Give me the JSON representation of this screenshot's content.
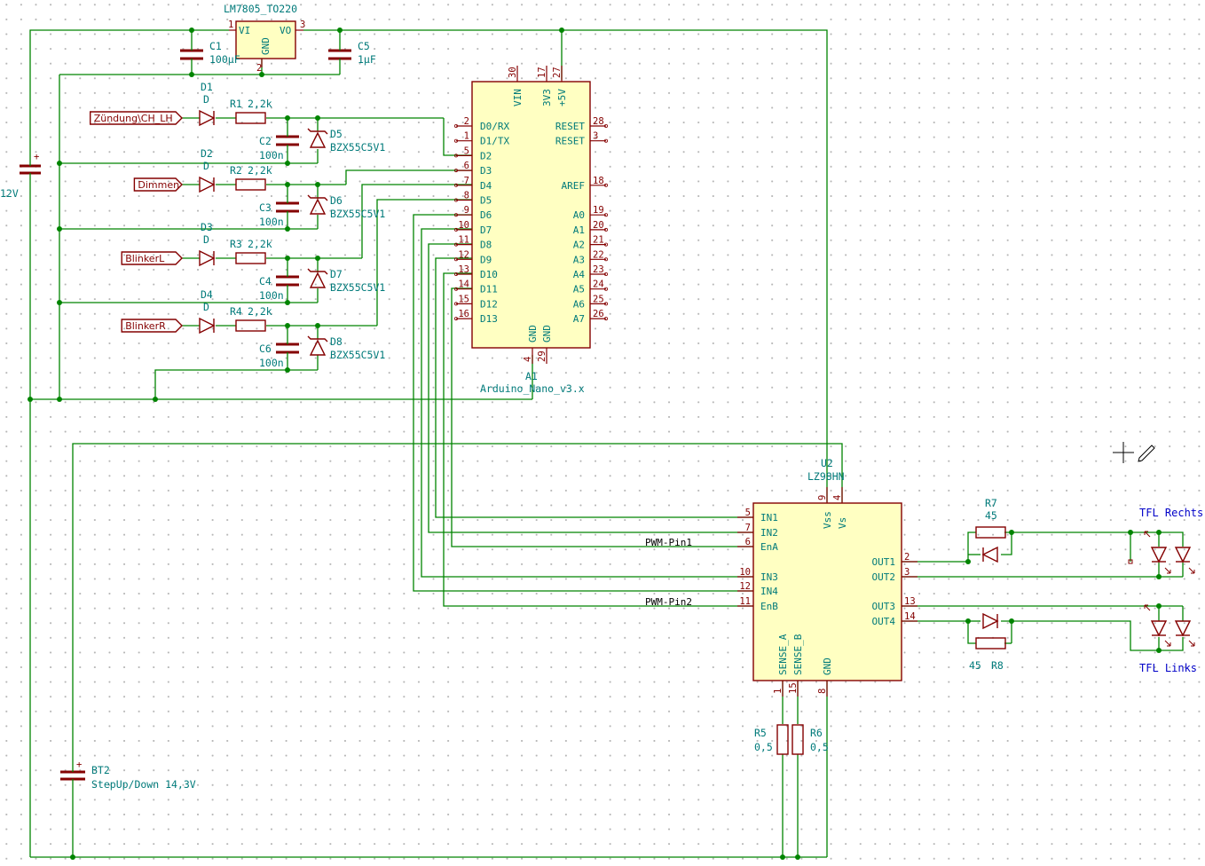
{
  "regulator": {
    "ref": "LM7805_TO220",
    "pin_vi": "VI",
    "pin_vo": "VO",
    "pin_gnd": "GND",
    "p1": "1",
    "p2": "2",
    "p3": "3"
  },
  "caps": {
    "c1": {
      "ref": "C1",
      "val": "100µF"
    },
    "c5": {
      "ref": "C5",
      "val": "1µF"
    },
    "c2": {
      "ref": "C2",
      "val": "100n"
    },
    "c3": {
      "ref": "C3",
      "val": "100n"
    },
    "c4": {
      "ref": "C4",
      "val": "100n"
    },
    "c6": {
      "ref": "C6",
      "val": "100n"
    }
  },
  "battery12": {
    "plus": "+",
    "val": "12V"
  },
  "bt2": {
    "ref": "BT2",
    "val": "StepUp/Down 14,3V",
    "plus": "+"
  },
  "inputs": [
    {
      "label": "Zündung\\CH_LH",
      "dref": "D1",
      "dval": "D",
      "rref": "R1",
      "rval": "2,2k",
      "zref": "D5",
      "zval": "BZX55C5V1"
    },
    {
      "label": "Dimmen",
      "dref": "D2",
      "dval": "D",
      "rref": "R2",
      "rval": "2,2k",
      "zref": "D6",
      "zval": "BZX55C5V1"
    },
    {
      "label": "BlinkerL",
      "dref": "D3",
      "dval": "D",
      "rref": "R3",
      "rval": "2,2k",
      "zref": "D7",
      "zval": "BZX55C5V1"
    },
    {
      "label": "BlinkerR",
      "dref": "D4",
      "dval": "D",
      "rref": "R4",
      "rval": "2,2k",
      "zref": "D8",
      "zval": "BZX55C5V1"
    }
  ],
  "nano": {
    "ref": "A1",
    "val": "Arduino_Nano_v3.x",
    "top": [
      {
        "name": "VIN",
        "num": "30"
      },
      {
        "name": "3V3",
        "num": "17"
      },
      {
        "name": "+5V",
        "num": "27"
      }
    ],
    "bottom": [
      {
        "name": "GND",
        "num": "4"
      },
      {
        "name": "GND",
        "num": "29"
      }
    ],
    "left": [
      {
        "name": "D0/RX",
        "num": "2"
      },
      {
        "name": "D1/TX",
        "num": "1"
      },
      {
        "name": "D2",
        "num": "5"
      },
      {
        "name": "D3",
        "num": "6"
      },
      {
        "name": "D4",
        "num": "7"
      },
      {
        "name": "D5",
        "num": "8"
      },
      {
        "name": "D6",
        "num": "9"
      },
      {
        "name": "D7",
        "num": "10"
      },
      {
        "name": "D8",
        "num": "11"
      },
      {
        "name": "D9",
        "num": "12"
      },
      {
        "name": "D10",
        "num": "13"
      },
      {
        "name": "D11",
        "num": "14"
      },
      {
        "name": "D12",
        "num": "15"
      },
      {
        "name": "D13",
        "num": "16"
      }
    ],
    "right": [
      {
        "name": "RESET",
        "num": "28",
        "row": 0
      },
      {
        "name": "RESET",
        "num": "3",
        "row": 1
      },
      {
        "name": "AREF",
        "num": "18",
        "row": 4
      },
      {
        "name": "A0",
        "num": "19",
        "row": 6
      },
      {
        "name": "A1",
        "num": "20",
        "row": 7
      },
      {
        "name": "A2",
        "num": "21",
        "row": 8
      },
      {
        "name": "A3",
        "num": "22",
        "row": 9
      },
      {
        "name": "A4",
        "num": "23",
        "row": 10
      },
      {
        "name": "A5",
        "num": "24",
        "row": 11
      },
      {
        "name": "A6",
        "num": "25",
        "row": 12
      },
      {
        "name": "A7",
        "num": "26",
        "row": 13
      }
    ]
  },
  "driver": {
    "ref": "U2",
    "val": "LZ98HN",
    "left": [
      {
        "name": "IN1",
        "num": "5"
      },
      {
        "name": "IN2",
        "num": "7"
      },
      {
        "name": "EnA",
        "num": "6"
      },
      {
        "name": "IN3",
        "num": "10"
      },
      {
        "name": "IN4",
        "num": "12"
      },
      {
        "name": "EnB",
        "num": "11"
      }
    ],
    "right": [
      {
        "name": "OUT1",
        "num": "2"
      },
      {
        "name": "OUT2",
        "num": "3"
      },
      {
        "name": "OUT3",
        "num": "13"
      },
      {
        "name": "OUT4",
        "num": "14"
      }
    ],
    "top": [
      {
        "name": "Vss",
        "num": "9"
      },
      {
        "name": "Vs",
        "num": "4"
      }
    ],
    "bottom": [
      {
        "name": "SENSE_A",
        "num": "1"
      },
      {
        "name": "SENSE_B",
        "num": "15"
      },
      {
        "name": "GND",
        "num": "8"
      }
    ]
  },
  "nets": {
    "pwm1": "PWM-Pin1",
    "pwm2": "PWM-Pin2"
  },
  "sense": {
    "r5": {
      "ref": "R5",
      "val": "0,5"
    },
    "r6": {
      "ref": "R6",
      "val": "0,5"
    }
  },
  "outputs": {
    "r7": {
      "ref": "R7",
      "val": "45"
    },
    "r8": {
      "ref": "R8",
      "val": "45"
    },
    "tfl_right": "TFL Rechts",
    "tfl_left": "TFL Links"
  }
}
